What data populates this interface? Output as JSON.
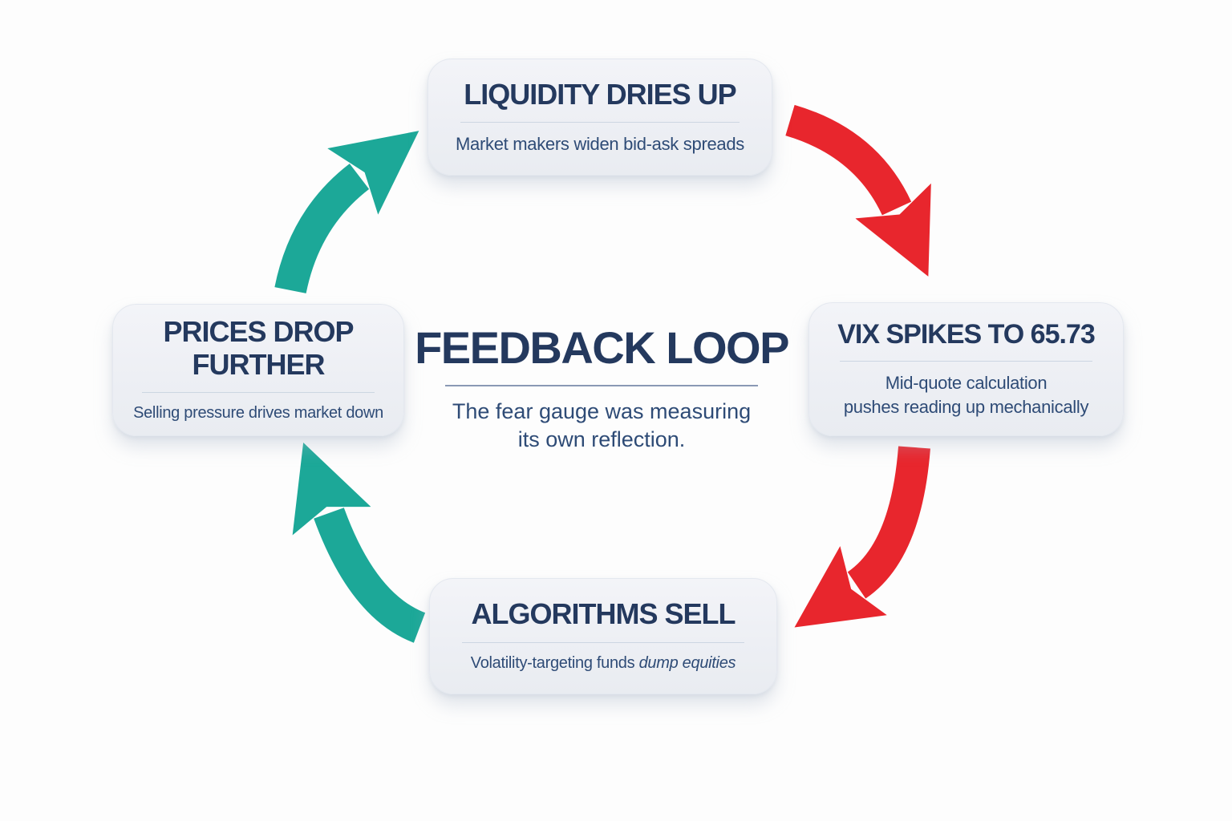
{
  "diagram": {
    "center": {
      "title": "FEEDBACK LOOP",
      "subtitle_line1": "The fear gauge was measuring",
      "subtitle_line2": "its own reflection."
    },
    "nodes": {
      "top": {
        "title": "LIQUIDITY DRIES UP",
        "subtitle": "Market makers widen bid-ask spreads"
      },
      "right": {
        "title": "VIX SPIKES TO 65.73",
        "subtitle_line1": "Mid-quote calculation",
        "subtitle_line2": "pushes reading up mechanically"
      },
      "bottom": {
        "title": "ALGORITHMS SELL",
        "subtitle_prefix": "Volatility-targeting funds ",
        "subtitle_emphasis": "dump equities"
      },
      "left": {
        "title_line1": "PRICES DROP",
        "title_line2": "FURTHER",
        "subtitle": "Selling pressure drives market down"
      }
    },
    "colors": {
      "red_arrow": "#E8262D",
      "teal_arrow": "#1CA898",
      "box_background": "#EFF1F5",
      "title_text": "#24395E",
      "body_text": "#2E4B76",
      "box_divider": "#CCD6E2",
      "center_divider": "#8A99B4",
      "page_background": "#FDFDFD"
    }
  }
}
